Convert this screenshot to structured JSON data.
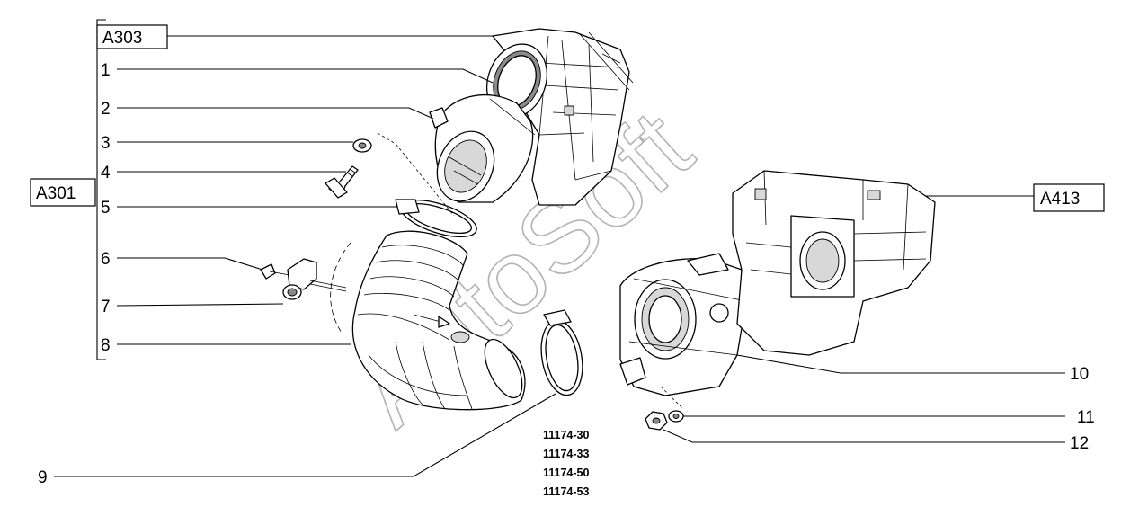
{
  "watermark": "AutoSoft",
  "group_labels": {
    "a303": "A303",
    "a301": "A301",
    "a413": "A413"
  },
  "callouts": {
    "n1": "1",
    "n2": "2",
    "n3": "3",
    "n4": "4",
    "n5": "5",
    "n6": "6",
    "n7": "7",
    "n8": "8",
    "n9": "9",
    "n10": "10",
    "n11": "11",
    "n12": "12"
  },
  "codes": [
    "11174-30",
    "11174-33",
    "11174-50",
    "11174-53"
  ],
  "colors": {
    "line": "#000000",
    "watermark": "#b3b3b3",
    "shade": "#d8d8d8"
  }
}
